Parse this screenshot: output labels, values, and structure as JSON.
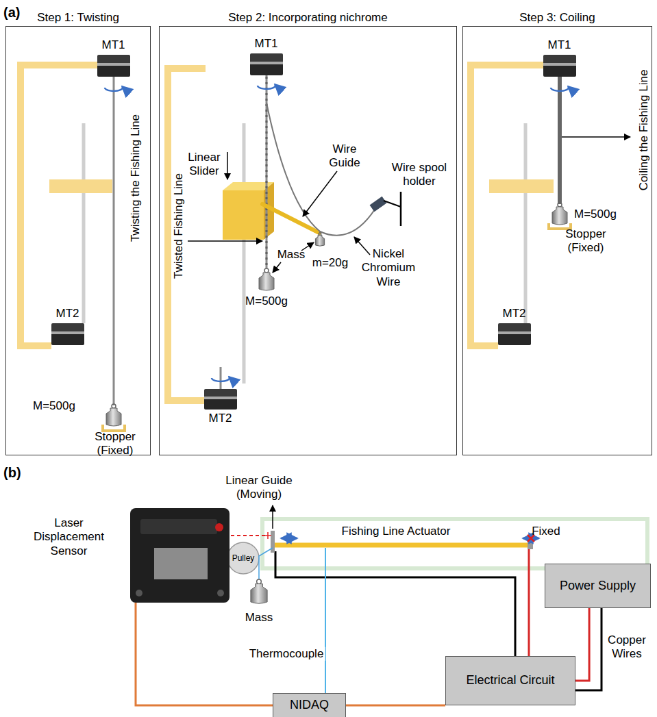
{
  "diagram": {
    "nodes": [
      {
        "text": [
          "Step 1: Twisting"
        ]
      },
      {
        "text": [
          "Step 2: Incorporating nichrome"
        ]
      },
      {
        "text": [
          "Step 3: Coiling"
        ]
      },
      {
        "text": [
          "MT1"
        ],
        "in": 0
      },
      {
        "text": [
          "MT2"
        ],
        "in": 0
      },
      {
        "text": [
          "MT1"
        ],
        "in": 1
      },
      {
        "text": [
          "MT2"
        ],
        "in": 1
      },
      {
        "text": [
          "MT1"
        ],
        "in": 2
      },
      {
        "text": [
          "MT2"
        ],
        "in": 2
      },
      {
        "text": [
          "Power Supply"
        ]
      },
      {
        "text": [
          "Electrical Circuit"
        ]
      },
      {
        "text": [
          "NIDAQ"
        ]
      },
      {
        "text": [
          "Laser Displacement Sensor"
        ]
      }
    ],
    "edges": [
      {
        "from": 9,
        "to": 10,
        "label": "Copper Wires",
        "arrow": "none"
      },
      {
        "from": 12,
        "to": 11,
        "arrow": "none"
      },
      {
        "from": 11,
        "to": 10,
        "arrow": "none"
      }
    ],
    "labels": [
      "(a)",
      "Twisting the Fishing Line",
      "M=500g",
      "Stopper (Fixed)",
      "Linear Slider",
      "Twisted Fishing Line",
      "Wire Guide",
      "Wire spool holder",
      "Mass",
      "m=20g",
      "Nickel Chromium Wire",
      "M=500g",
      "M=500g",
      "Stopper (Fixed)",
      "Coiling the Fishing Line",
      "(b)",
      "Linear Guide (Moving)",
      "Fishing Line Actuator",
      "Fixed",
      "Pulley",
      "Mass",
      "Thermocouple"
    ]
  }
}
